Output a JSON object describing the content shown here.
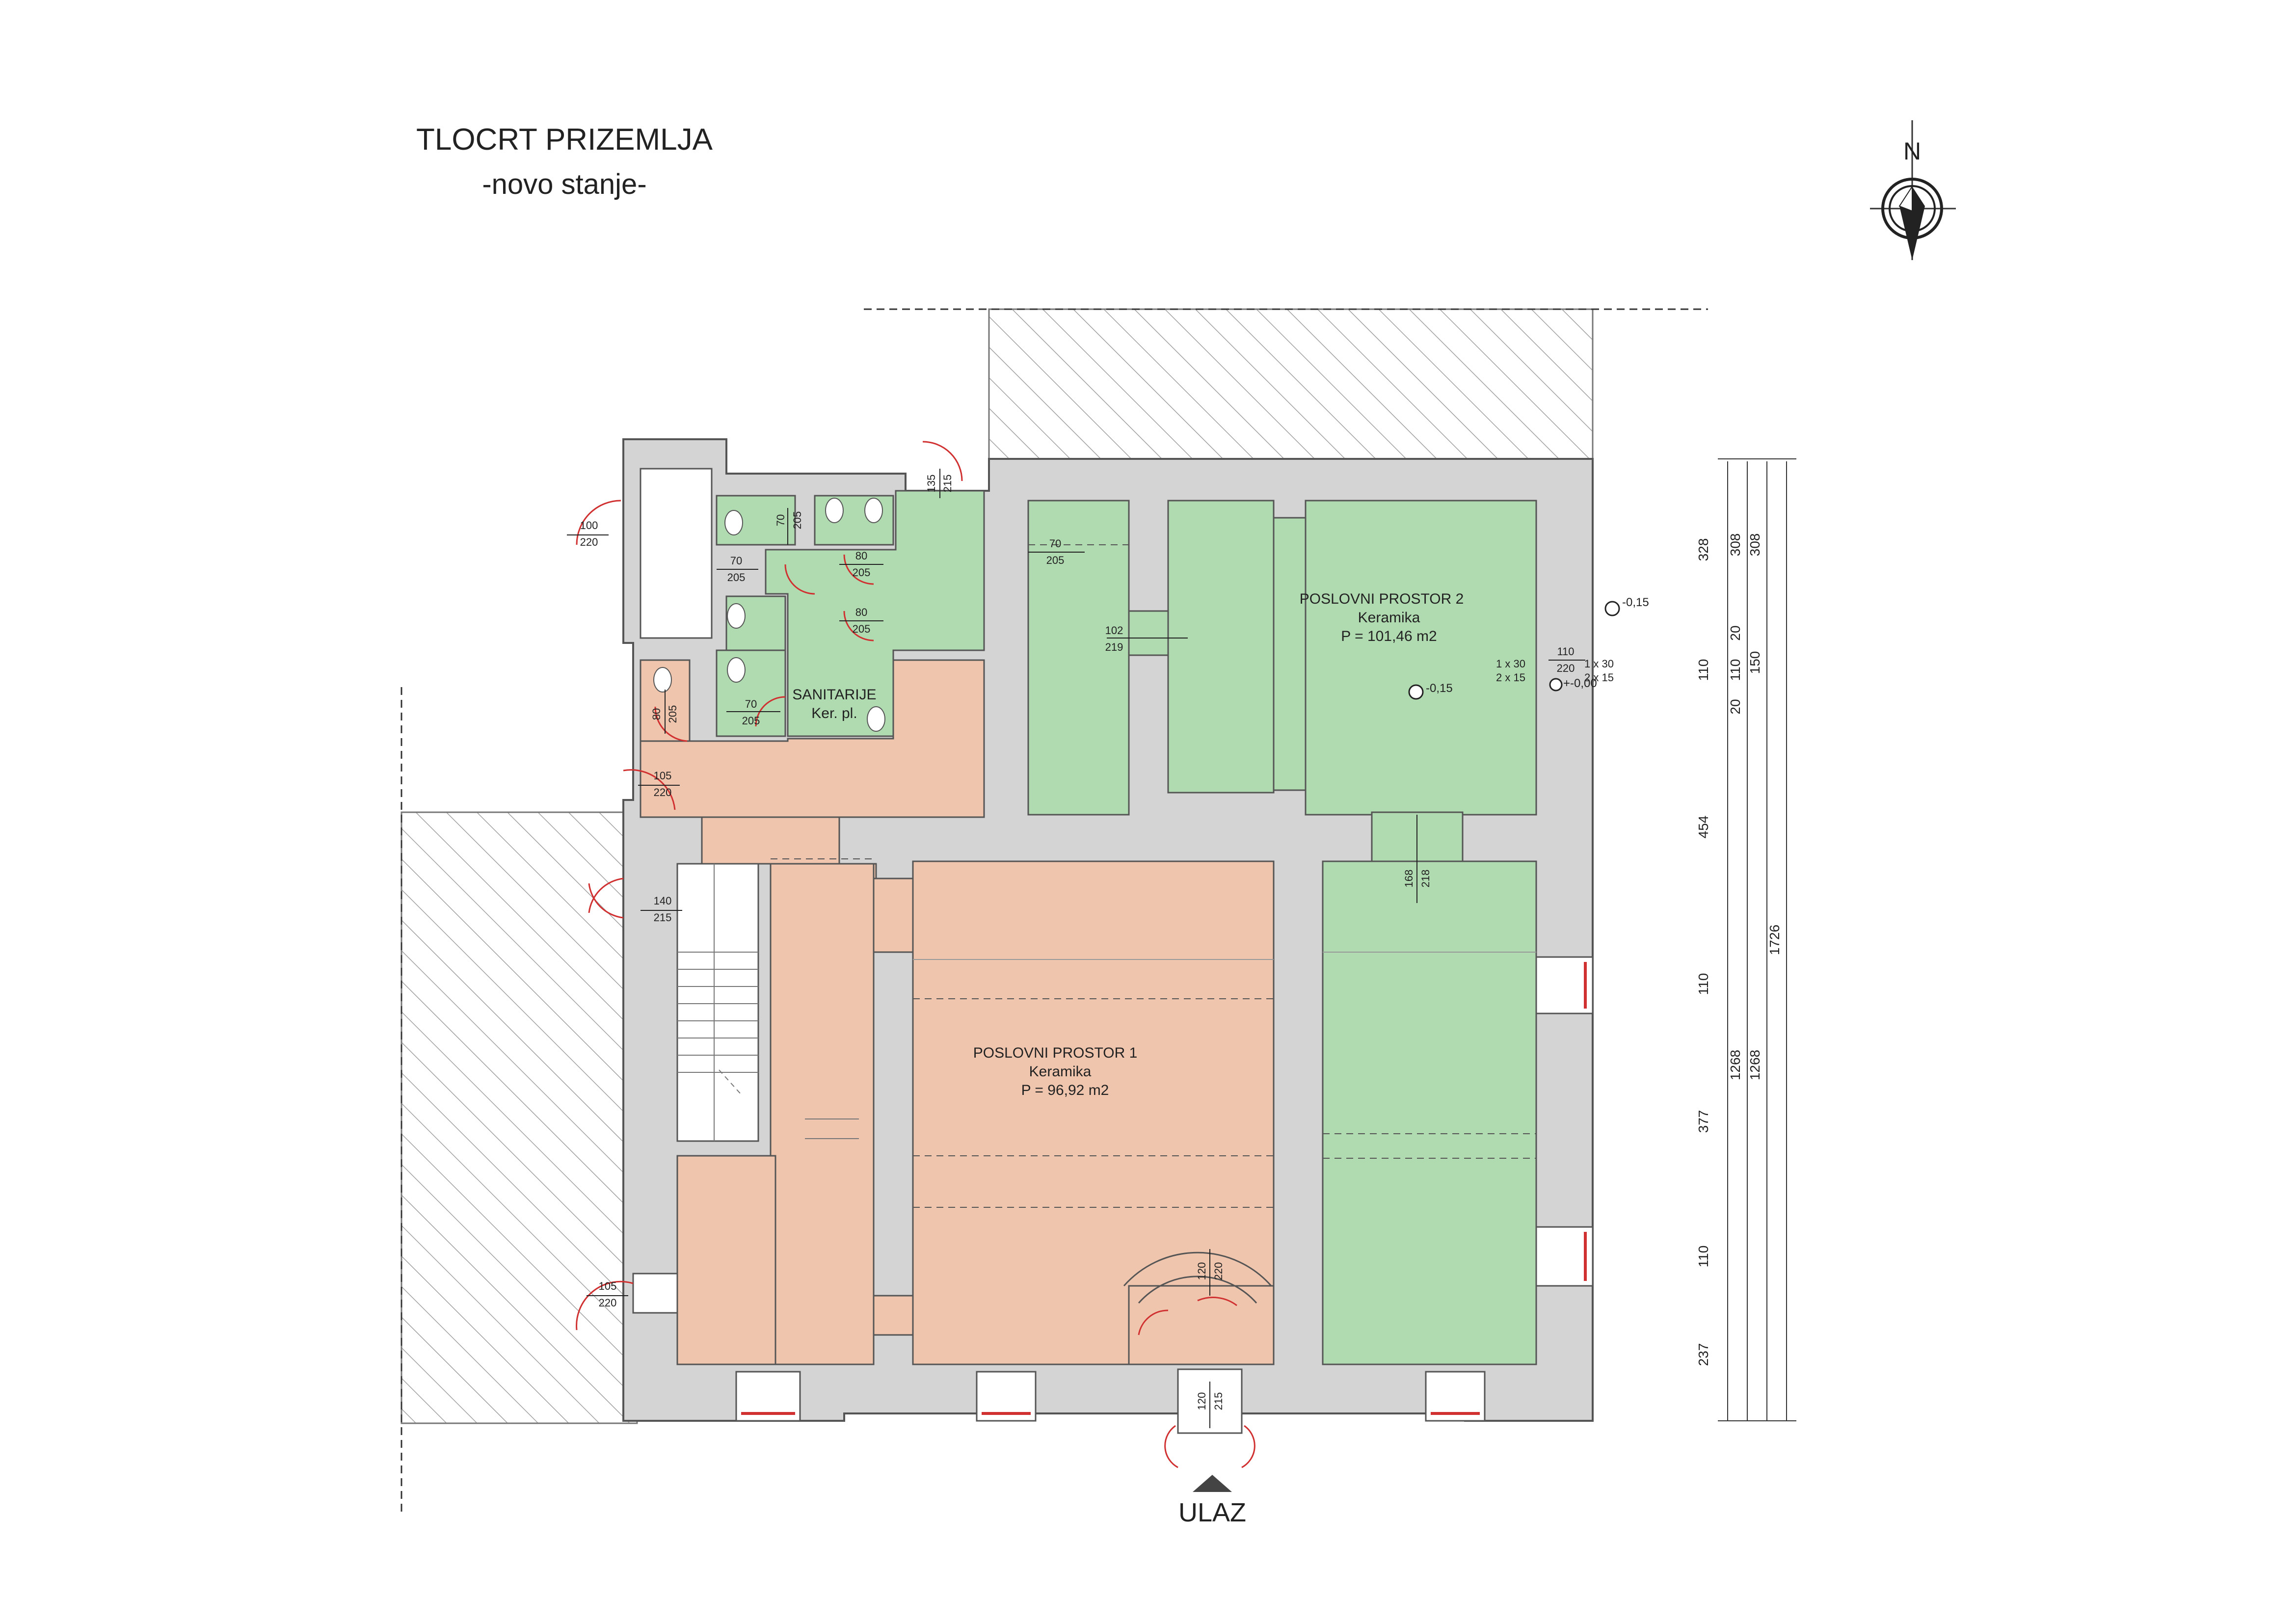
{
  "title": "TLOCRT PRIZEMLJA",
  "subtitle": "-novo stanje-",
  "north_label": "N",
  "entrance_label": "ULAZ",
  "colors": {
    "wall": "#d4d4d4",
    "wall_stroke": "#555555",
    "green": "#b0dbb0",
    "orange": "#efc5ad",
    "door": "#d03030",
    "hatch": "#999999"
  },
  "rooms": {
    "office2": {
      "name": "POSLOVNI PROSTOR 2",
      "floor": "Keramika",
      "area": "P = 101,46 m2"
    },
    "office1": {
      "name": "POSLOVNI PROSTOR 1",
      "floor": "Keramika",
      "area": "P = 96,92 m2"
    },
    "sanitary": {
      "name": "SANITARIJE",
      "floor": "Ker. pl."
    }
  },
  "levels": {
    "l1": "-0,15",
    "l2": "-0,15",
    "l3": "+-0,00"
  },
  "door_labels": {
    "d_w1_a": "100",
    "d_w1_b": "220",
    "d_w2_a": "105",
    "d_w2_b": "220",
    "d_w3_a": "140",
    "d_w3_b": "215",
    "d_w4_a": "105",
    "d_w4_b": "220",
    "d_top_a": "135",
    "d_top_b": "215",
    "d_s1_a": "70",
    "d_s1_b": "205",
    "d_s2_a": "70",
    "d_s2_b": "205",
    "d_s3_a": "80",
    "d_s3_b": "205",
    "d_s4_a": "80",
    "d_s4_b": "205",
    "d_s5_a": "70",
    "d_s5_b": "205",
    "d_s6_a": "80",
    "d_s6_b": "205",
    "d_s7_a": "70",
    "d_s7_b": "205",
    "d_c1_a": "102",
    "d_c1_b": "219",
    "d_c2_a": "168",
    "d_c2_b": "218",
    "d_e1_a": "110",
    "d_e1_b": "220",
    "d_e2_a": "1 x 30",
    "d_e2_b": "2 x 15",
    "d_e3_a": "1 x 30",
    "d_e3_b": "2 x 15",
    "d_i1_a": "120",
    "d_i1_b": "220",
    "d_i2_a": "120",
    "d_i2_b": "215"
  },
  "dims": {
    "a1": "328",
    "a2": "308",
    "a3": "308",
    "b1": "110",
    "b2": "110",
    "b3": "150",
    "c1": "20",
    "c2": "20",
    "d1": "454",
    "e1": "110",
    "e2": "1726",
    "f1": "377",
    "f2": "1268",
    "f3": "1268",
    "g1": "110",
    "h1": "237"
  }
}
